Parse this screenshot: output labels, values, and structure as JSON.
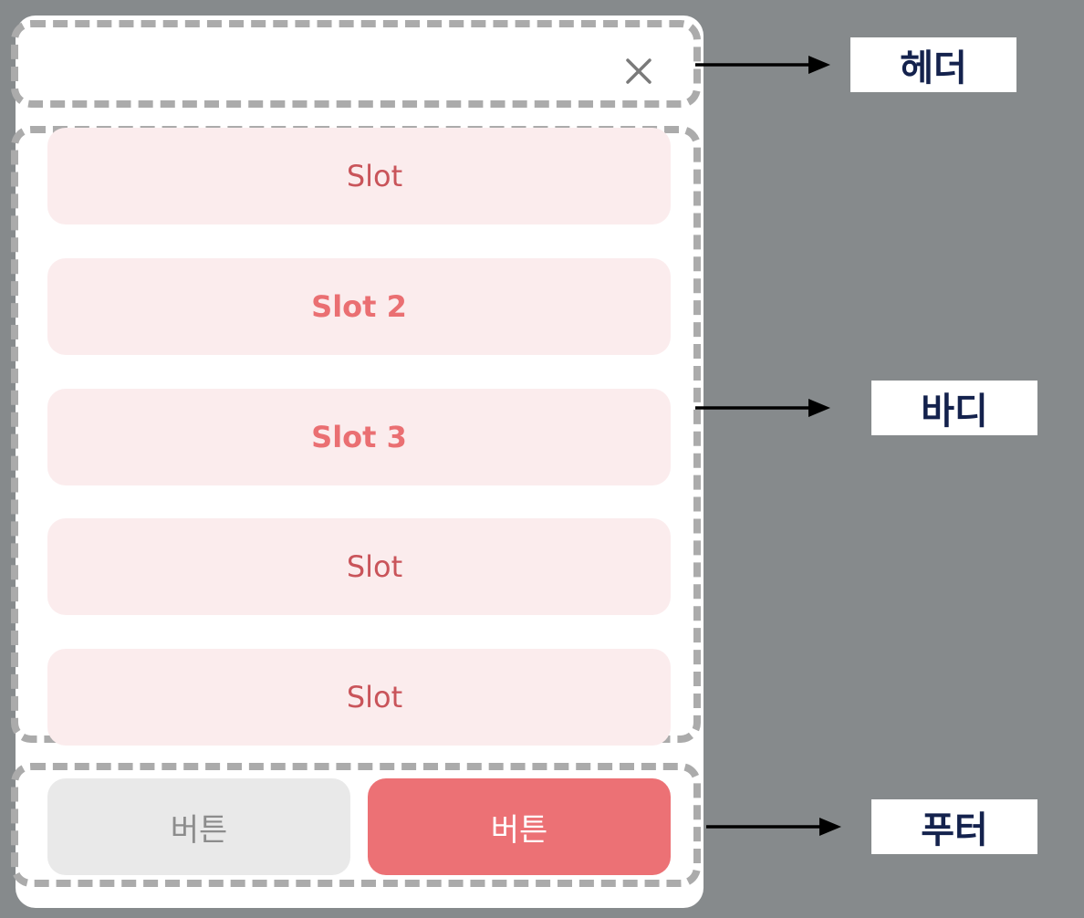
{
  "header": {
    "close_icon": "close-icon"
  },
  "body": {
    "slots": [
      {
        "label": "Slot",
        "bold": false
      },
      {
        "label": "Slot 2",
        "bold": true
      },
      {
        "label": "Slot 3",
        "bold": true
      },
      {
        "label": "Slot",
        "bold": false
      },
      {
        "label": "Slot",
        "bold": false
      }
    ]
  },
  "footer": {
    "secondary_label": "버튼",
    "primary_label": "버튼"
  },
  "annotations": {
    "header": "헤더",
    "body": "바디",
    "footer": "푸터"
  },
  "colors": {
    "background": "#868a8c",
    "panel": "#ffffff",
    "dashed_border": "#ababab",
    "slot_fill": "#fbeced",
    "slot_text": "#c9545a",
    "slot_text_bold": "#ea6f72",
    "primary_button": "#ec7175",
    "secondary_button": "#e9e9e9",
    "secondary_button_text": "#8c8c8c",
    "label_text": "#14224d"
  }
}
